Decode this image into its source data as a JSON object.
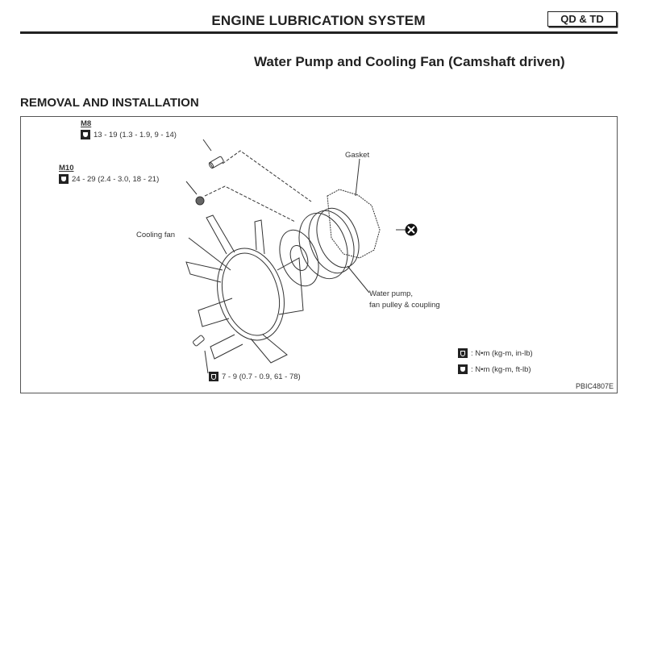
{
  "header": {
    "title": "ENGINE LUBRICATION SYSTEM",
    "badge": "QD & TD"
  },
  "section_title": "Water Pump and Cooling Fan (Camshaft driven)",
  "subsection_title": "REMOVAL AND INSTALLATION",
  "figure": {
    "bolt_m8": {
      "size": "M8",
      "torque": "13 - 19 (1.3 - 1.9, 9 - 14)"
    },
    "bolt_m10": {
      "size": "M10",
      "torque": "24 - 29 (2.4 - 3.0, 18 - 21)"
    },
    "fan_bolt": {
      "torque": "7 - 9 (0.7 - 0.9, 61 - 78)"
    },
    "labels": {
      "gasket": "Gasket",
      "cooling_fan": "Cooling fan",
      "water_pump_line1": "Water pump,",
      "water_pump_line2": "fan pulley & coupling"
    },
    "legend": [
      {
        "icon": "torque-in-lb-icon",
        "text": ": N•m (kg-m, in-lb)"
      },
      {
        "icon": "torque-ft-lb-icon",
        "text": ": N•m (kg-m, ft-lb)"
      }
    ],
    "code": "PBIC4807E"
  }
}
